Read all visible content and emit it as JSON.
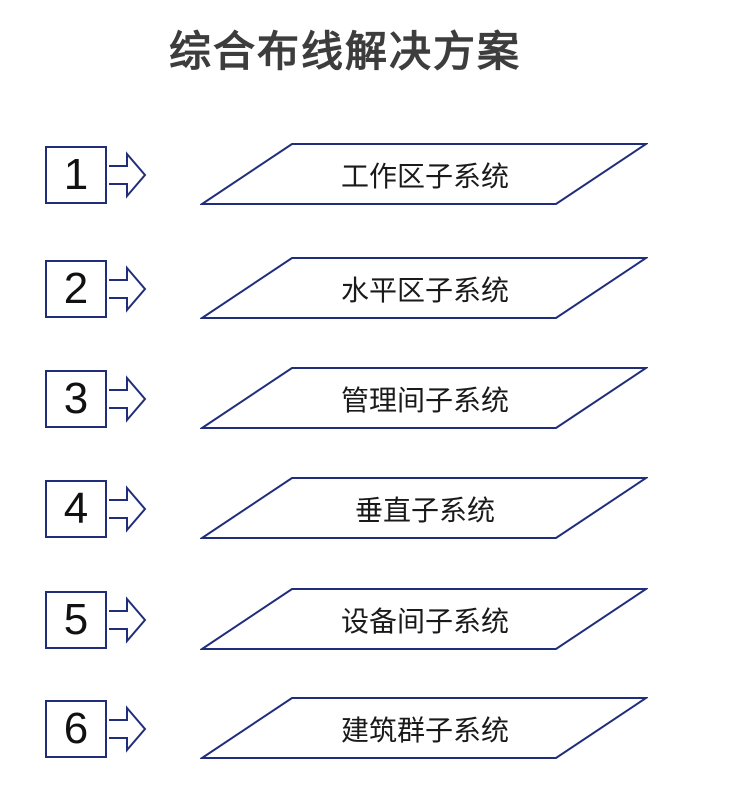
{
  "title": "综合布线解决方案",
  "steps": [
    {
      "number": "1",
      "label": "工作区子系统"
    },
    {
      "number": "2",
      "label": "水平区子系统"
    },
    {
      "number": "3",
      "label": "管理间子系统"
    },
    {
      "number": "4",
      "label": "垂直子系统"
    },
    {
      "number": "5",
      "label": "设备间子系统"
    },
    {
      "number": "6",
      "label": "建筑群子系统"
    }
  ],
  "colors": {
    "outline": "#1f2d7a",
    "title": "#3d3d3d"
  },
  "icons": {
    "connector": "right-outline-arrow-icon"
  }
}
